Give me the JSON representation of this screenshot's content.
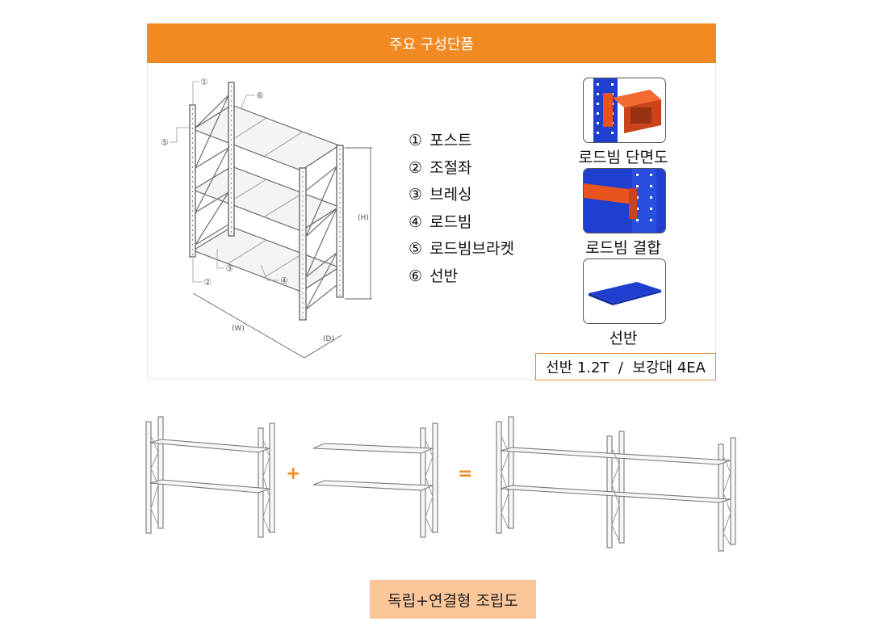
{
  "header": {
    "title": "주요 구성단품"
  },
  "diagram": {
    "callouts": [
      "①",
      "②",
      "③",
      "④",
      "⑤",
      "⑥"
    ],
    "dim_width": "(W)",
    "dim_depth": "(D)",
    "dim_height": "(H)"
  },
  "components": [
    {
      "num": "①",
      "label": "포스트"
    },
    {
      "num": "②",
      "label": "조절좌"
    },
    {
      "num": "③",
      "label": "브레싱"
    },
    {
      "num": "④",
      "label": "로드빔"
    },
    {
      "num": "⑤",
      "label": "로드빔브라켓"
    },
    {
      "num": "⑥",
      "label": "선반"
    }
  ],
  "thumbnails": [
    {
      "caption": "로드빔 단면도",
      "icon": "beam-section-icon"
    },
    {
      "caption": "로드빔 결합",
      "icon": "beam-joint-icon"
    },
    {
      "caption": "선반",
      "icon": "shelf-panel-icon"
    }
  ],
  "spec": "선반 1.2T  /  보강대 4EA",
  "assembly": {
    "plus": "+",
    "equals": "=",
    "label": "독립+연결형 조립도"
  },
  "colors": {
    "accent": "#f28a23",
    "post_blue": "#1f3fd0",
    "beam_orange": "#e8531e",
    "label_bg": "#fbc79a"
  }
}
